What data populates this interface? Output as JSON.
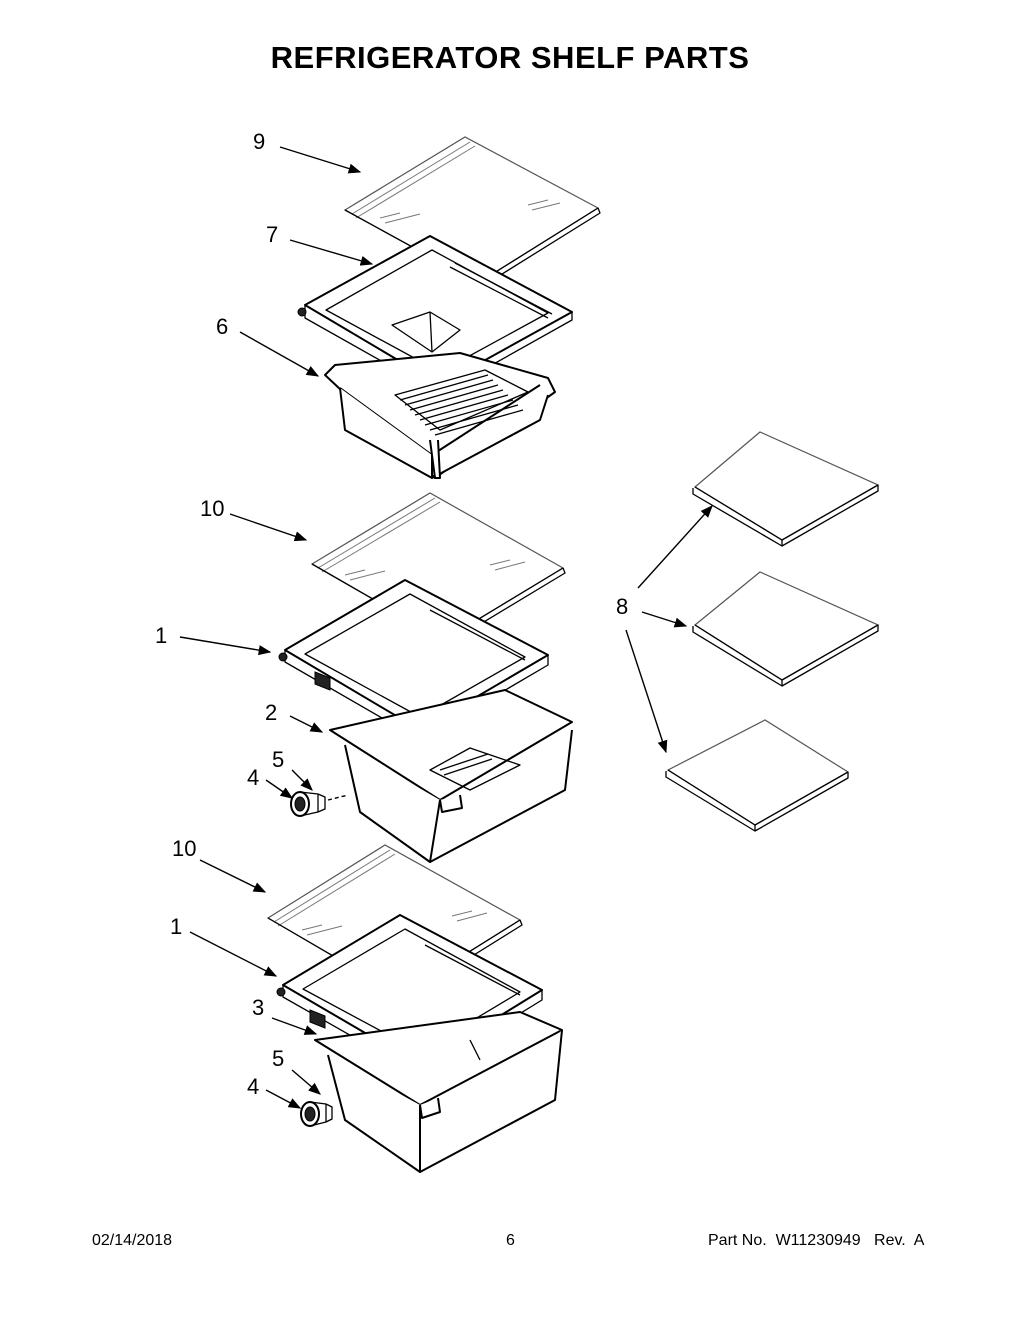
{
  "title": "REFRIGERATOR SHELF PARTS",
  "callouts": {
    "c9": "9",
    "c7": "7",
    "c6": "6",
    "c10a": "10",
    "c1a": "1",
    "c2": "2",
    "c5a": "5",
    "c4a": "4",
    "c10b": "10",
    "c1b": "1",
    "c3": "3",
    "c5b": "5",
    "c4b": "4",
    "c8": "8"
  },
  "footer": {
    "date": "02/14/2018",
    "page": "6",
    "part_no": "Part No.  W11230949   Rev.  A"
  }
}
